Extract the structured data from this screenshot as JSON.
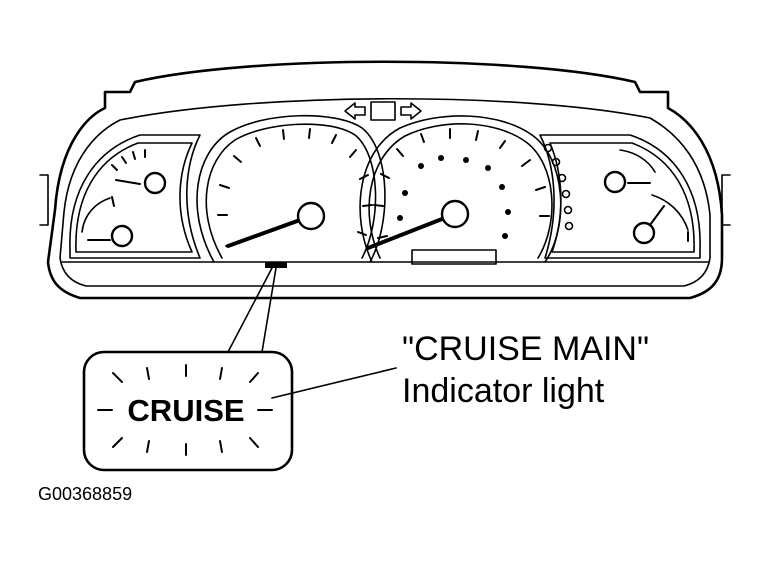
{
  "callout": {
    "line1": "\"CRUISE MAIN\"",
    "line2": "Indicator light"
  },
  "indicator": {
    "label": "CRUISE"
  },
  "figure": {
    "reference_id": "G00368859"
  }
}
